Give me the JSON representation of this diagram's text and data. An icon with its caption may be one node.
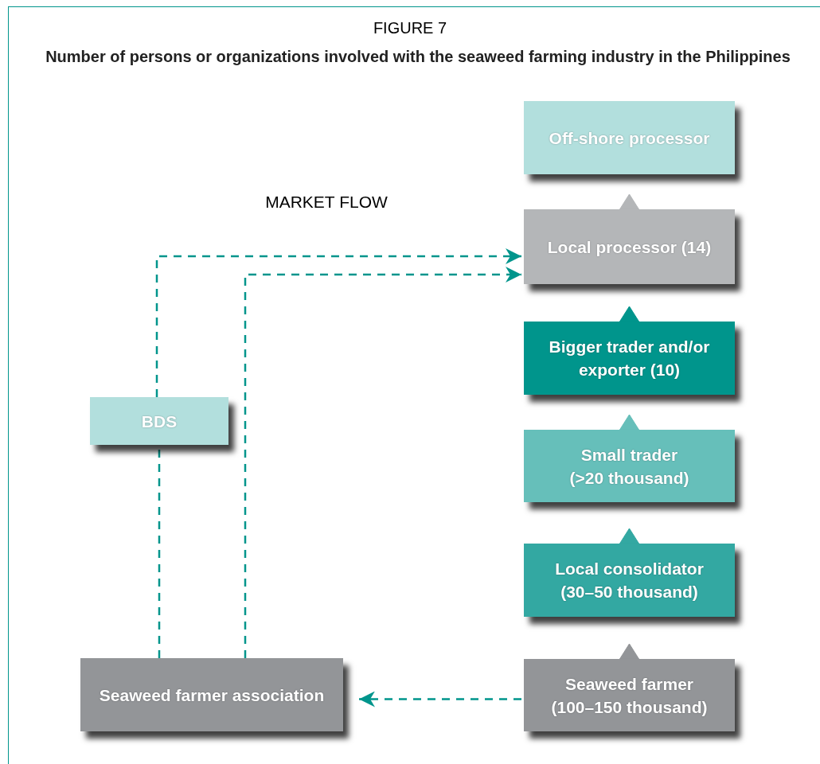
{
  "diagram": {
    "title": "Number of persons or organizations involved with the seaweed farming industry in the Philippines",
    "nodes": [
      {
        "text": [
          "Off-shore processor"
        ]
      },
      {
        "text": [
          "Local processor (14)"
        ]
      },
      {
        "text": [
          "Bigger trader and/or exporter (10)"
        ]
      },
      {
        "text": [
          "Small trader (>20 thousand)"
        ]
      },
      {
        "text": [
          "Local consolidator (30–50 thousand)"
        ]
      },
      {
        "text": [
          "Seaweed farmer (100–150 thousand)"
        ]
      },
      {
        "text": [
          "BDS"
        ]
      },
      {
        "text": [
          "Seaweed farmer association"
        ]
      }
    ],
    "edges": [
      {
        "from": 5,
        "to": 4,
        "arrow": "to"
      },
      {
        "from": 4,
        "to": 3,
        "arrow": "to"
      },
      {
        "from": 3,
        "to": 2,
        "arrow": "to"
      },
      {
        "from": 2,
        "to": 1,
        "arrow": "to"
      },
      {
        "from": 1,
        "to": 0,
        "arrow": "to"
      },
      {
        "from": 5,
        "to": 7,
        "arrow": "to",
        "style": "dashed",
        "color": "#00958c"
      },
      {
        "from": 7,
        "to": 6,
        "arrow": "none",
        "style": "dashed",
        "color": "#00958c"
      },
      {
        "from": 6,
        "to": 1,
        "arrow": "to",
        "style": "dashed",
        "color": "#00958c"
      },
      {
        "from": 7,
        "to": 1,
        "arrow": "to",
        "style": "dashed",
        "color": "#00958c"
      }
    ],
    "labels": [
      "FIGURE 7",
      "MARKET FLOW"
    ]
  }
}
